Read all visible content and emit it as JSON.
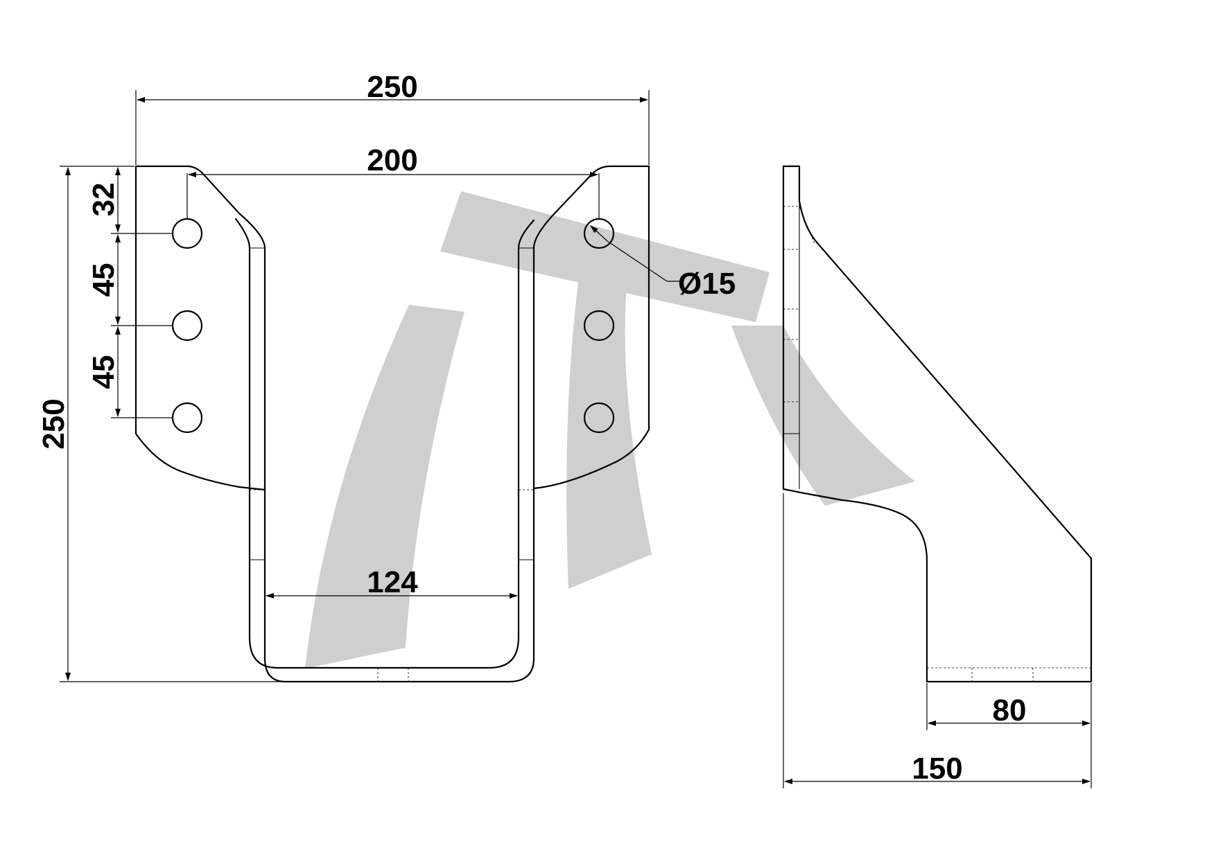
{
  "drawing": {
    "colors": {
      "line": "#000000",
      "watermark": "#cfcfcf",
      "background": "#ffffff"
    },
    "dimensions": {
      "overall_width": "250",
      "inner_width": "200",
      "overall_height": "250",
      "hole_top_offset": "32",
      "hole_spacing_1": "45",
      "hole_spacing_2": "45",
      "hole_diameter": "Ø15",
      "slot_width": "124",
      "side_foot_width": "80",
      "side_overall_depth": "150"
    },
    "views": {
      "front": "front-view",
      "side": "side-view"
    },
    "icons": {
      "watermark": "logo-watermark-icon"
    }
  }
}
